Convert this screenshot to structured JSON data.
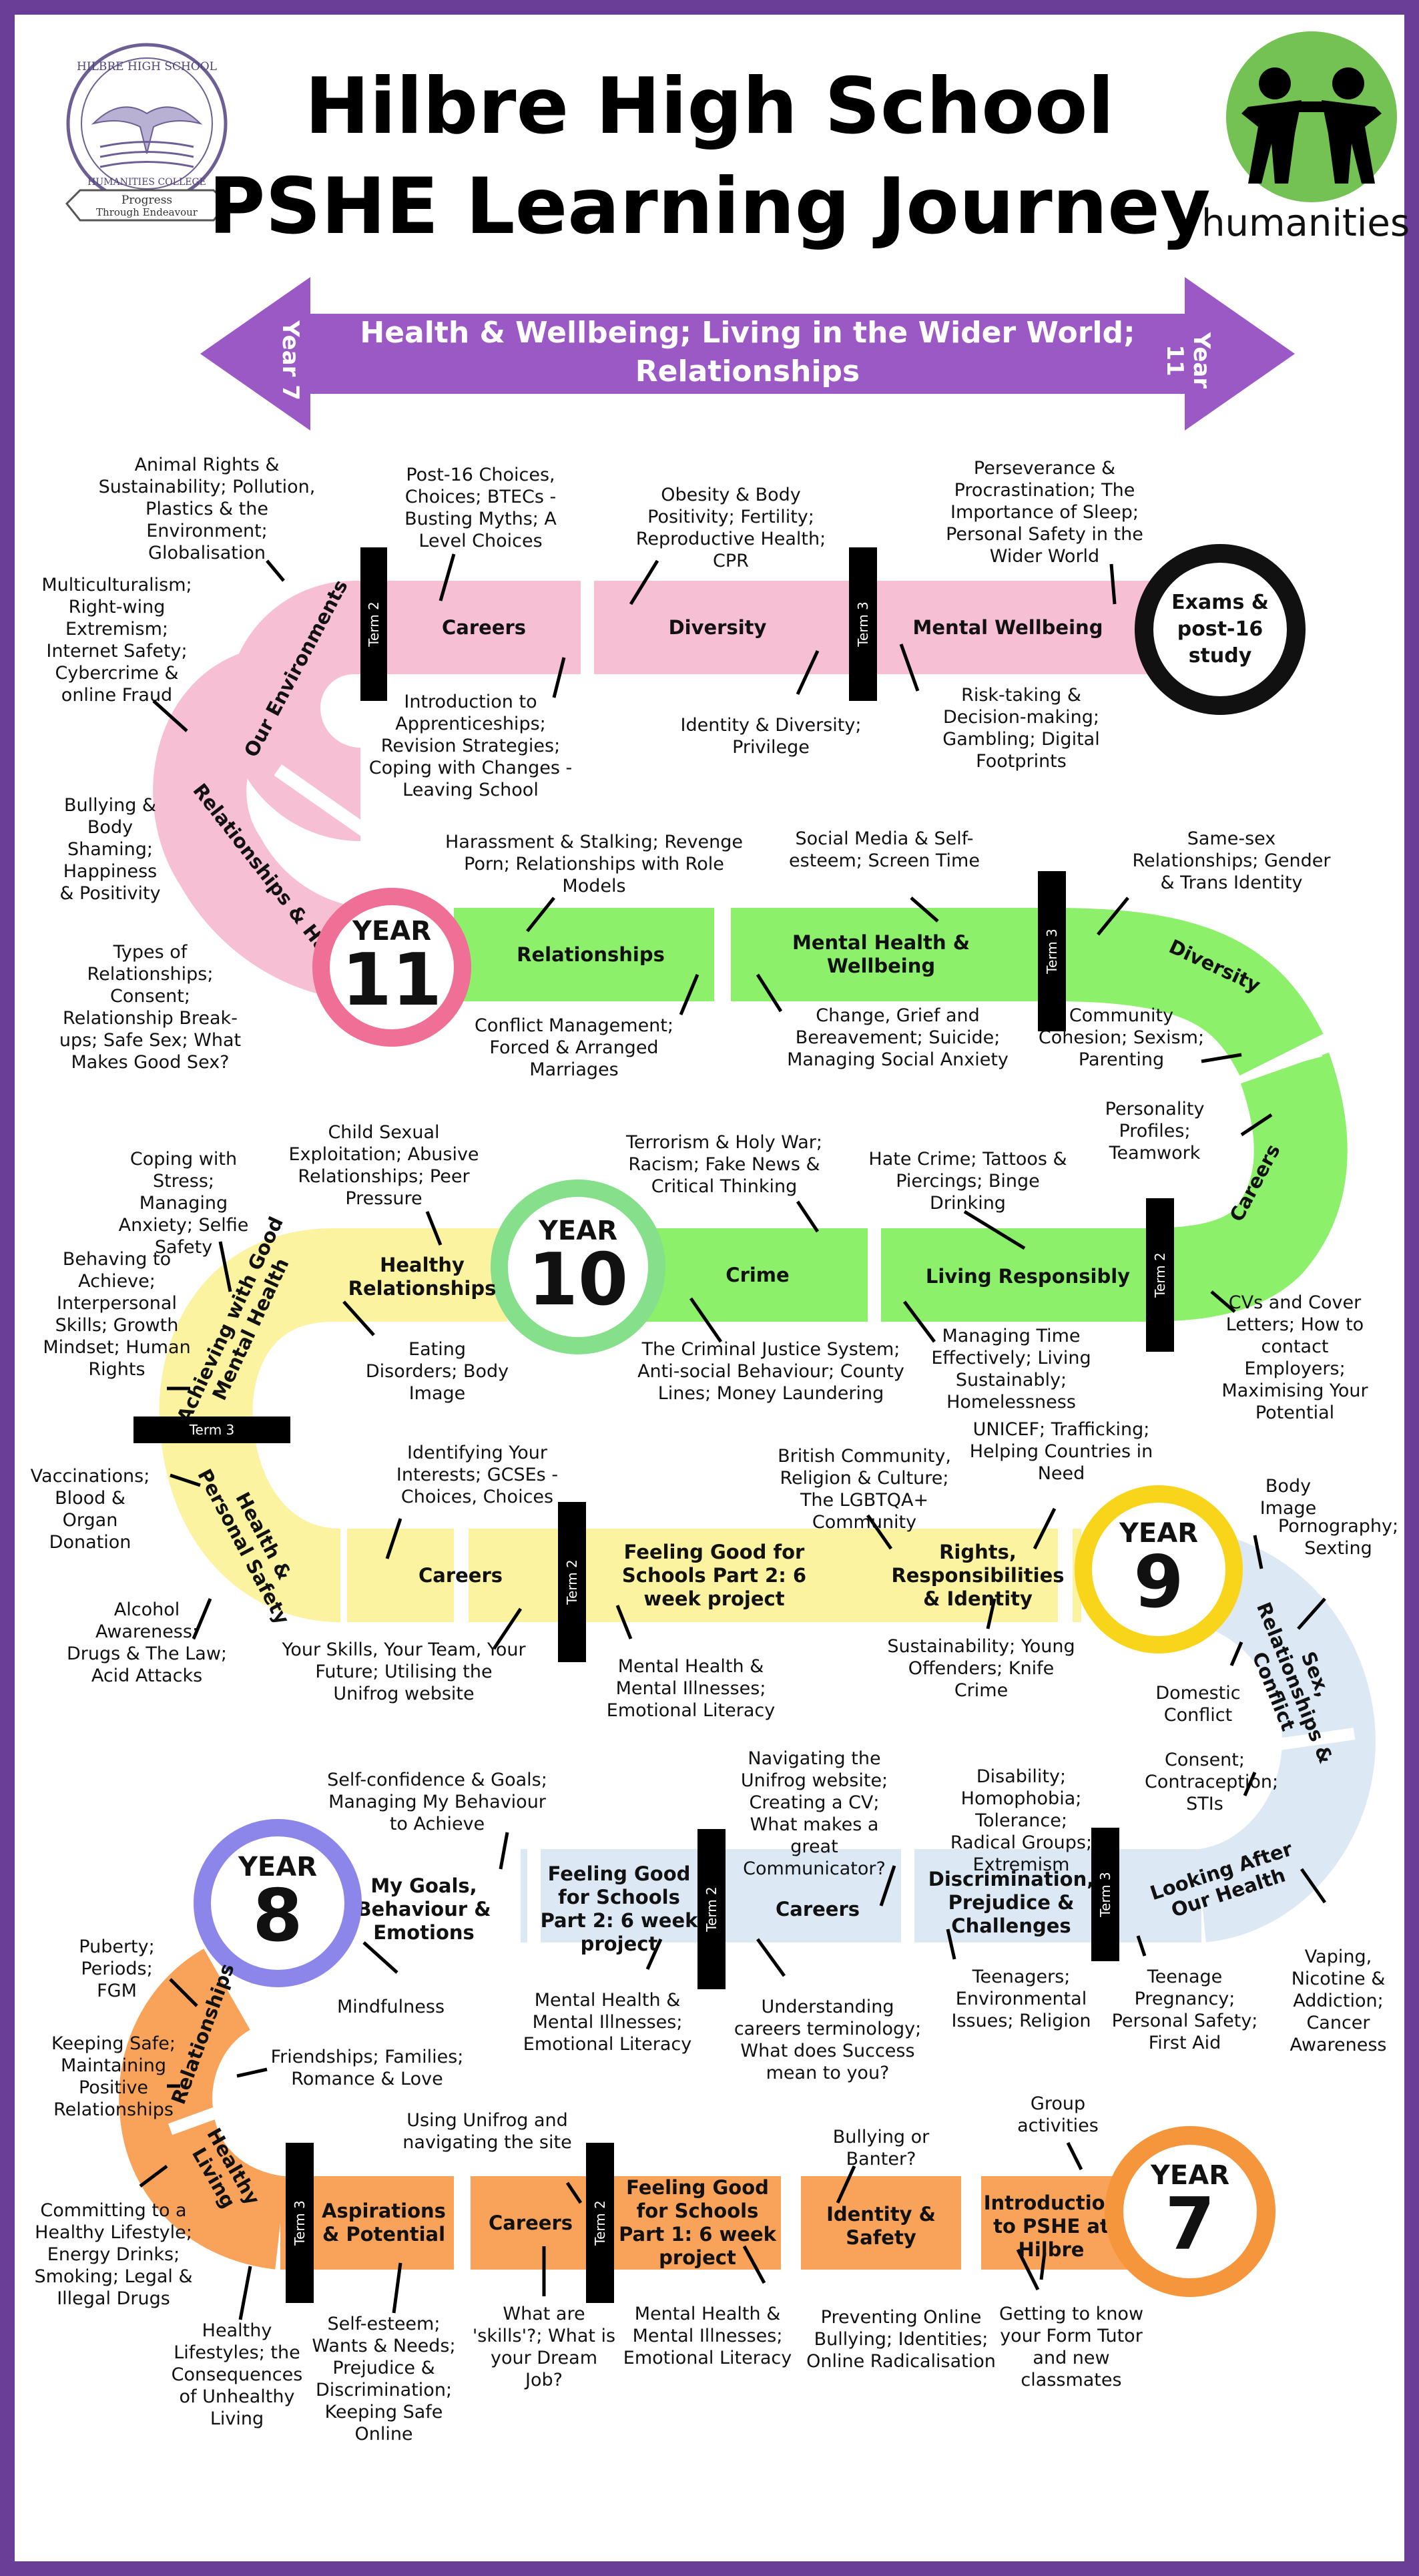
{
  "header": {
    "title_line1": "Hilbre High School",
    "title_line2": "PSHE Learning Journey",
    "school_logo": {
      "top_text": "HILBRE HIGH SCHOOL",
      "bottom_text": "HUMANITIES COLLEGE",
      "ribbon_line1": "Progress",
      "ribbon_line2": "Through Endeavour"
    },
    "humanities_logo_text": "humanities"
  },
  "arrow": {
    "text": "Health & Wellbeing; Living in the Wider World; Relationships",
    "left": "Year 7",
    "right": "Year 11"
  },
  "colors": {
    "border": "#6a3d96",
    "arrow": "#9b59c6",
    "pink": "#f7bfd3",
    "green": "#8cf06a",
    "yellow": "#fbf3a0",
    "blue": "#dde8f5",
    "orange": "#f9a35a",
    "year11_ring": "#ef6f97",
    "year10_ring": "#86df8a",
    "year9_ring": "#f8d51a",
    "year8_ring": "#8d86ea",
    "year7_ring": "#f5953c",
    "exams_ring": "#111111"
  },
  "years": {
    "y11": {
      "word": "YEAR",
      "num": "11"
    },
    "y10": {
      "word": "YEAR",
      "num": "10"
    },
    "y9": {
      "word": "YEAR",
      "num": "9"
    },
    "y8": {
      "word": "YEAR",
      "num": "8"
    },
    "y7": {
      "word": "YEAR",
      "num": "7"
    },
    "exams": "Exams & post-16 study"
  },
  "terms": {
    "t2": "Term 2",
    "t3": "Term 3"
  },
  "row11_top": {
    "our_environments": "Our Environments",
    "careers": "Careers",
    "diversity": "Diversity",
    "mental_wellbeing": "Mental Wellbeing",
    "n_animal": "Animal Rights & Sustainability; Pollution, Plastics & the Environment; Globalisation",
    "n_multi": "Multiculturalism; Right-wing Extremism; Internet Safety; Cybercrime & online Fraud",
    "n_post16": "Post-16 Choices, Choices; BTECs - Busting Myths; A Level Choices",
    "n_intro_app": "Introduction to Apprenticeships; Revision Strategies; Coping with Changes - Leaving School",
    "n_obesity": "Obesity & Body Positivity; Fertility; Reproductive Health; CPR",
    "n_identity": "Identity & Diversity; Privilege",
    "n_perseverance": "Perseverance & Procrastination; The Importance of Sleep; Personal Safety in the Wider World",
    "n_risk": "Risk-taking & Decision-making; Gambling; Digital Footprints"
  },
  "row11": {
    "rel_happiness": "Relationships & Happiness",
    "relationships": "Relationships",
    "mental_health": "Mental Health & Wellbeing",
    "diversity": "Diversity",
    "n_bullying": "Bullying & Body Shaming; Happiness & Positivity",
    "n_types": "Types of Relationships; Consent; Relationship Break-ups; Safe Sex; What Makes Good Sex?",
    "n_harassment": "Harassment & Stalking; Revenge Porn; Relationships with Role Models",
    "n_conflict": "Conflict Management; Forced & Arranged Marriages",
    "n_social": "Social Media & Self-esteem; Screen Time",
    "n_change": "Change, Grief and Bereavement; Suicide; Managing Social Anxiety",
    "n_samesex": "Same-sex Relationships; Gender & Trans Identity",
    "n_community": "Community Cohesion; Sexism; Parenting"
  },
  "row10": {
    "careers": "Careers",
    "living": "Living Responsibly",
    "crime": "Crime",
    "healthy_rel": "Healthy Relationships",
    "achieving": "Achieving with Good Mental Health",
    "n_personality": "Personality Profiles; Teamwork",
    "n_cvs": "CVs and Cover Letters; How to contact Employers; Maximising Your Potential",
    "n_hate": "Hate Crime; Tattoos & Piercings; Binge Drinking",
    "n_managing": "Managing Time Effectively; Living Sustainably; Homelessness",
    "n_terrorism": "Terrorism & Holy War; Racism; Fake News & Critical Thinking",
    "n_cjs": "The Criminal Justice System; Anti-social Behaviour; County Lines; Money Laundering",
    "n_csexp": "Child Sexual Exploitation; Abusive Relationships; Peer Pressure",
    "n_eating": "Eating Disorders; Body Image",
    "n_coping": "Coping with Stress; Managing Anxiety; Selfie Safety",
    "n_behaving": "Behaving to Achieve; Interpersonal Skills; Growth Mindset; Human Rights"
  },
  "row9": {
    "health_safety": "Health & Personal Safety",
    "careers": "Careers",
    "feeling_good": "Feeling Good for Schools Part 2: 6 week project",
    "rights": "Rights, Responsibilities & Identity",
    "sex_rel": "Sex, Relationships & Conflict",
    "n_vacc": "Vaccinations; Blood & Organ Donation",
    "n_alcohol": "Alcohol Awareness; Drugs & The Law; Acid Attacks",
    "n_identifying": "Identifying Your Interests; GCSEs - Choices, Choices",
    "n_skills": "Your Skills, Your Team, Your Future; Utilising the Unifrog website",
    "n_mh": "Mental Health & Mental Illnesses; Emotional Literacy",
    "n_british": "British Community, Religion & Culture; The LGBTQA+ Community",
    "n_unicef": "UNICEF; Trafficking; Helping Countries in Need",
    "n_sustain": "Sustainability; Young Offenders; Knife Crime",
    "n_body": "Body Image",
    "n_porn": "Pornography; Sexting",
    "n_domestic": "Domestic Conflict",
    "n_consent": "Consent; Contraception; STIs"
  },
  "row8": {
    "looking_after": "Looking After Our Health",
    "discrimination": "Discrimination, Prejudice & Challenges",
    "careers": "Careers",
    "feeling_good": "Feeling Good for Schools Part 2: 6 week project",
    "goals": "My Goals, Behaviour & Emotions",
    "relationships": "Relationships",
    "n_selfconf": "Self-confidence & Goals; Managing My Behaviour to Achieve",
    "n_mindful": "Mindfulness",
    "n_mh": "Mental Health & Mental Illnesses; Emotional Literacy",
    "n_navigating": "Navigating the Unifrog website; Creating a CV; What makes a great Communicator?",
    "n_understanding": "Understanding careers terminology; What does Success mean to you?",
    "n_disability": "Disability; Homophobia; Tolerance; Radical Groups; Extremism",
    "n_teenagers": "Teenagers; Environmental Issues; Religion",
    "n_teenpreg": "Teenage Pregnancy; Personal Safety; First Aid",
    "n_vaping": "Vaping, Nicotine & Addiction; Cancer Awareness",
    "n_puberty": "Puberty; Periods; FGM",
    "n_keeping": "Keeping Safe; Maintaining Positive Relationships",
    "n_friendships": "Friendships; Families; Romance & Love"
  },
  "row7": {
    "healthy_living": "Healthy Living",
    "aspirations": "Aspirations & Potential",
    "careers": "Careers",
    "feeling_good": "Feeling Good for Schools Part 1: 6 week project",
    "identity": "Identity & Safety",
    "intro": "Introduction to PSHE at Hilbre",
    "n_committing": "Committing to a Healthy Lifestyle; Energy Drinks; Smoking; Legal & Illegal Drugs",
    "n_healthy": "Healthy Lifestyles; the Consequences of Unhealthy Living",
    "n_selfesteem": "Self-esteem; Wants & Needs; Prejudice & Discrimination; Keeping Safe Online",
    "n_using": "Using Unifrog and navigating the site",
    "n_whatare": "What are 'skills'?; What is your Dream Job?",
    "n_mh": "Mental Health & Mental Illnesses; Emotional Literacy",
    "n_bullying": "Bullying or Banter?",
    "n_preventing": "Preventing Online Bullying; Identities; Online Radicalisation",
    "n_group": "Group activities",
    "n_getting": "Getting to know your Form Tutor and new classmates"
  }
}
